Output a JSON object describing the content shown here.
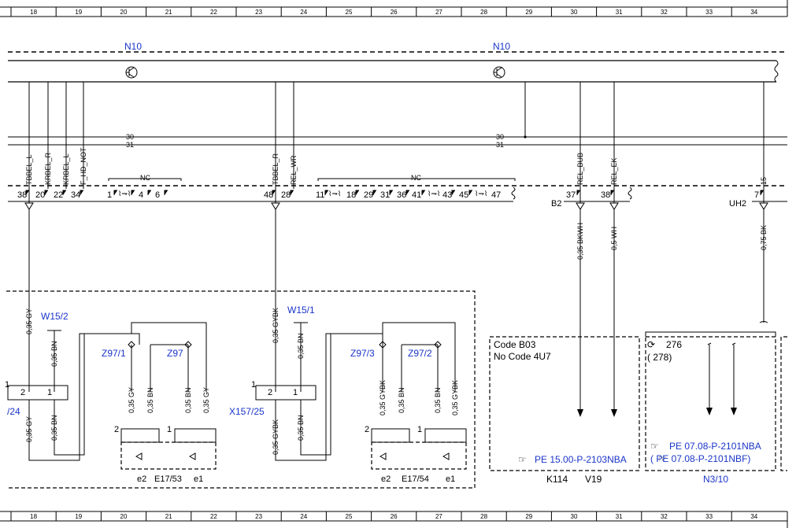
{
  "grid": {
    "columns": [
      "18",
      "19",
      "20",
      "21",
      "22",
      "23",
      "24",
      "25",
      "26",
      "27",
      "28",
      "29",
      "30",
      "31",
      "32",
      "33",
      "34"
    ]
  },
  "modules": {
    "n10_left": "N10",
    "n10_right": "N10",
    "b2": "B2",
    "uh2": "UH2"
  },
  "buses": {
    "line30": "30",
    "line31": "31"
  },
  "pins_top": {
    "p38": "38",
    "p20": "20",
    "p22": "22",
    "p34": "34",
    "p1": "1",
    "p4": "4",
    "p6": "6",
    "p48": "48",
    "p28": "28",
    "p11": "11",
    "p18": "18",
    "p29": "29",
    "p31": "31",
    "p36": "36",
    "p41": "41",
    "p43": "43",
    "p45": "45",
    "p47": "47",
    "b2_37": "37",
    "b2_38": "38",
    "uh2_7": "7"
  },
  "signals": {
    "s1": "TBBEL_L",
    "s2": "KRBEL_R",
    "s3": "KRBEL_L",
    "s4": "F_HD_NOT",
    "s5": "TBBEL_R",
    "s6": "REL_WR",
    "s7": "REL_BUB",
    "s8": "REL_EK",
    "s9": "15",
    "nc": "NC"
  },
  "wires": {
    "w_gy": "0,35 GY",
    "w_bn": "0,35 BN",
    "w_gybk": "0,35 GYBK",
    "w_bkwh": "0,35 BKWH",
    "w_wh": "0,5 WH",
    "w_bk": "0,75 BK"
  },
  "components": {
    "w15_2": "W15/2",
    "w15_1": "W15/1",
    "z97_1": "Z97/1",
    "z97": "Z97",
    "z97_3": "Z97/3",
    "z97_2": "Z97/2",
    "x24": "/24",
    "x157_25": "X157/25",
    "e17_53": "E17/53",
    "e17_54": "E17/54",
    "e1": "e1",
    "e2": "e2",
    "k114": "K114",
    "v19": "V19",
    "n3_10": "N3/10"
  },
  "connector_pins": {
    "c1": "1",
    "c2": "2"
  },
  "codes": {
    "code_b03": "Code B03",
    "no_code": "No  Code 4U7",
    "ref_2103": "PE 15.00-P-2103NBA",
    "sym_276": "276",
    "sym_278": "(  278)",
    "ref_2101a": "PE 07.08-P-2101NBA",
    "ref_2101b": "(  PE 07.08-P-2101NBF)"
  }
}
